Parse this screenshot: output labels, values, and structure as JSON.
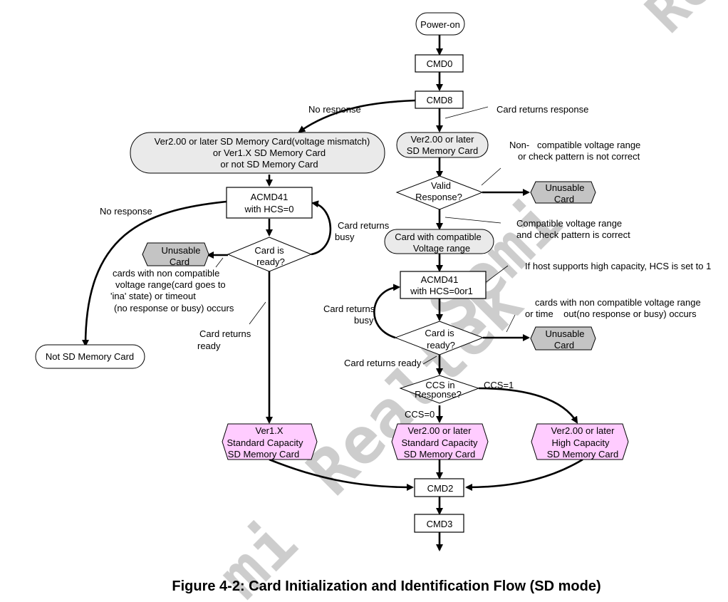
{
  "watermark": {
    "text_top": "Re",
    "text_mid": "Semi",
    "text_low": "Realtek",
    "text_bottom": "mi",
    "color": "#c8c8c8"
  },
  "colors": {
    "terminal_gray": "#eaeaea",
    "unusable_gray": "#c4c4c4",
    "result_pink": "#ffccff"
  },
  "nodes": {
    "power_on": [
      "Power-on"
    ],
    "cmd0": [
      "CMD0"
    ],
    "cmd8": [
      "CMD8"
    ],
    "legacy_or_mismatch": [
      "Ver2.00 or later SD Memory Card(voltage mismatch)",
      "or Ver1.X SD Memory Card",
      "or not SD Memory Card"
    ],
    "ver2_card": [
      "Ver2.00 or later",
      "SD Memory Card"
    ],
    "valid_response": [
      "Valid",
      "Response?"
    ],
    "unusable_1": [
      "Unusable",
      "Card"
    ],
    "compatible_card": [
      "Card with compatible",
      "Voltage range"
    ],
    "acmd41_hcs0": [
      "ACMD41",
      "with HCS=0"
    ],
    "card_ready_left": [
      "Card is",
      "ready?"
    ],
    "unusable_left": [
      "Unusable",
      "Card"
    ],
    "acmd41_hcs01": [
      "ACMD41",
      "with HCS=0or1"
    ],
    "card_ready_right": [
      "Card is",
      "ready?"
    ],
    "unusable_2": [
      "Unusable",
      "Card"
    ],
    "ccs_decision": [
      "CCS in",
      "Response?"
    ],
    "not_sd": [
      "Not SD Memory Card"
    ],
    "ver1x_sc": [
      "Ver1.X",
      "Standard Capacity",
      "SD Memory Card"
    ],
    "ver2_sc": [
      "Ver2.00 or later",
      "Standard Capacity",
      "SD Memory Card"
    ],
    "ver2_hc": [
      "Ver2.00 or later",
      "High Capacity",
      "SD Memory Card"
    ],
    "cmd2": [
      "CMD2"
    ],
    "cmd3": [
      "CMD3"
    ]
  },
  "labels": {
    "no_response_cmd8": [
      "No response"
    ],
    "card_returns_response": [
      "Card returns response"
    ],
    "non_compatible": [
      "Non-   compatible voltage range",
      "or check pattern is not correct"
    ],
    "compatible": [
      "Compatible voltage range",
      "and check pattern is correct"
    ],
    "no_response_acmd41": [
      "No response"
    ],
    "busy_left": [
      "Card returns",
      "busy"
    ],
    "non_compatible_left": [
      "cards with non compatible",
      "voltage range(card goes to",
      "'ina' state) or timeout",
      "(no response or busy) occurs"
    ],
    "ready_left": [
      "Card returns",
      "ready"
    ],
    "host_hcs": [
      "If host supports high capacity, HCS is set to 1"
    ],
    "busy_right": [
      "Card returns",
      "busy"
    ],
    "non_compatible_right": [
      "cards with non compatible voltage range",
      "or time    out(no response or busy) occurs"
    ],
    "ready_right": [
      "Card returns ready"
    ],
    "ccs1": [
      "CCS=1"
    ],
    "ccs0": [
      "CCS=0"
    ]
  },
  "caption": "Figure 4-2: Card Initialization and Identification Flow (SD mode)"
}
